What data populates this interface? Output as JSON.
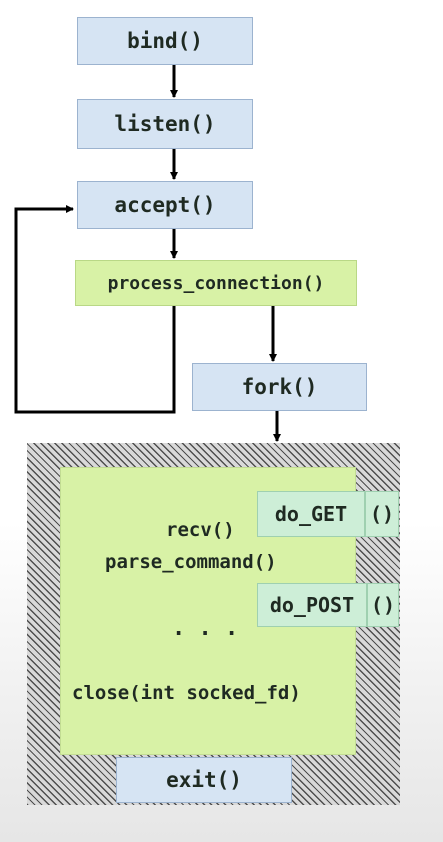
{
  "nodes": {
    "bind": "bind()",
    "listen": "listen()",
    "accept": "accept()",
    "process_connection": "process_connection()",
    "fork": "fork()",
    "recv": "recv()",
    "parse_command": "parse_command()",
    "do_get": "do_GET",
    "do_get_parens": "()",
    "do_post": "do_POST",
    "do_post_parens": "()",
    "ellipsis": ". . .",
    "close": "close(int socked_fd)",
    "exit": "exit()"
  },
  "colors": {
    "blue_box": "#d6e4f3",
    "green_box": "#d8f2a6",
    "teal_box": "#cdeed7",
    "arrow": "#000000",
    "hatch": "#4e4e4e"
  }
}
